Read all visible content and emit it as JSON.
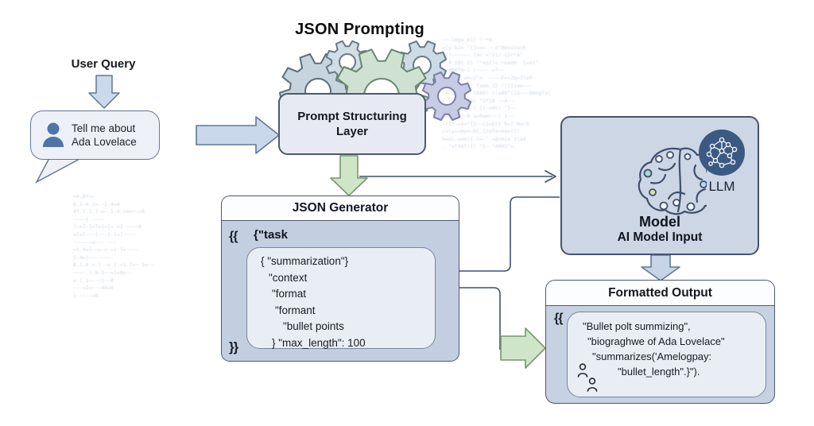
{
  "title": "JSON Prompting",
  "user_query": {
    "label": "User Query",
    "bubble_lines": [
      "Tell me about",
      "Ada Lovelace"
    ]
  },
  "psl": {
    "line1": "Prompt Structuring",
    "line2": "Layer"
  },
  "generator": {
    "title": "JSON Generator",
    "open_braces": "{{",
    "task_label": "{\"task",
    "lines": [
      "{ \"summarization\"}",
      "\"context",
      "\"format",
      "\"formant",
      "\"bullet points",
      "}  \"max_length\": 100"
    ],
    "close_braces": "}}"
  },
  "model": {
    "name": "Model",
    "subtitle": "AI Model Input",
    "badge_label": "LLM"
  },
  "output": {
    "title": "Formatted Output",
    "open_braces": "{{",
    "lines": [
      "\"Bullet polt summizing\",",
      "\"biograghwe of Ada Lovelace\"",
      "\"summarizes('Amelogpay:",
      "\"bullet_length\".}\")."
    ]
  },
  "palette": {
    "box_border": "#4d5a6b",
    "panel_blue": "#c6d1e2",
    "inner_panel": "#e9eef5",
    "arrow_blue_fill": "#ccd9ec",
    "arrow_blue_stroke": "#5f7899",
    "arrow_green_fill": "#cfe5c8",
    "arrow_green_stroke": "#78976f",
    "llm_badge_blue": "#3b5a82",
    "person_blue": "#4f74a8",
    "connector": "#3f516b"
  },
  "background": {
    "cluster_a": [
      "———[mga_d1}-?-*a.",
      "=(y:b2= \"{]=== ——a\"@eastacb",
      "={)—————— ]ac.=\"21/-{2rra\"",
      "* 4:{@1 2) \"\"aq1)= read0: {=a?\".",
      "——am0Tm—] |———— =?——",
      "( =—\"g_a0=2\"a. ————F=+2q=1ta9",
      "===={), =\" Tamm.12 ({1}1am———",
      ",4—2{a \"\" 1840) ((a40\"|1a———@amgta(",
      "{  Tamaa—40) \"2T19 ——4——",
      "{\"+4){{)=—| {(—a0V) \"}——",
      "{=T9 {|—9 a=0amr——) 1——",
      "+){*—=4=\"{}——L1=b}t 0=[ Narb",
      "/=(y==my=—b{.{2aTa=ma=({(",
      "%=m\\.==m){.)=—\" =@rm1a 2\\ad",
      ". \"={4aT){) \"{— \"4002\"=."
    ],
    "cluster_b": [
      "=4.8Y=—",
      "8.1—4.1=.—1.4=8",
      "4T.1.1.1—=—.1-4.=a=——=8",
      "————{.————",
      "]—=2—1=T=1={=.=] ————8",
      "=]=]———1———1—[=]————",
      "——————=———·———",
      "=1.4=]——=—=·=1·]=·———",
      " 1.4=1———·———·",
      "8.1.8 =.1 —=.{·=1.]=—·1=——",
      "———— ].8—1—·=]=8=—·",
      "=·].1——·—1——8",
      "——·=1=—·—48=8",
      "]·——·—=8·"
    ]
  }
}
